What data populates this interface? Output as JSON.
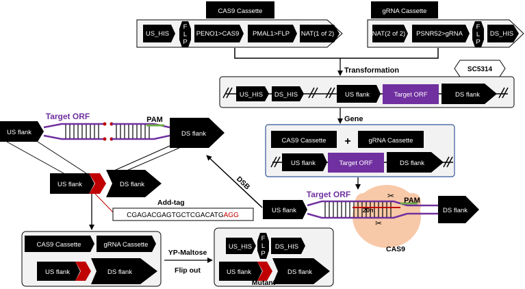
{
  "cas9_cassette": {
    "title": "CAS9 Cassette",
    "parts": [
      "US_HIS",
      "PENO1>CAS9",
      "PMAL1>FLP",
      "NAT(1 of 2)"
    ],
    "flp": [
      "F",
      "L",
      "P"
    ]
  },
  "grna_cassette": {
    "title": "gRNA Cassette",
    "parts": [
      "NAT(2 of 2)",
      "PSNR52>gRNA",
      "DS_HIS"
    ],
    "flp": [
      "F",
      "L",
      "P"
    ]
  },
  "labels": {
    "transformation": "Transformation",
    "strain": "SC5314",
    "gene": "Gene",
    "dsb": "DSB",
    "add_tag": "Add-tag",
    "yp_maltose": "YP-Maltose",
    "flip_out": "Flip out",
    "mutant": "Mutant",
    "cas9": "CAS9",
    "pam": "PAM",
    "target_orf": "Target ORF",
    "twenty_n": "20n",
    "plus": "+"
  },
  "locus": {
    "us_his": "US_HIS",
    "ds_his": "DS_HIS",
    "us_flank": "US flank",
    "target_orf": "Target ORF",
    "ds_flank": "DS flank"
  },
  "gene_box": {
    "cas9_cassette": "CAS9 Cassette",
    "grna_cassette": "gRNA Cassette",
    "us_flank": "US flank",
    "target_orf": "Target ORF",
    "ds_flank": "DS flank"
  },
  "repair": {
    "us_flank": "US flank",
    "ds_flank": "DS flank"
  },
  "sequence": {
    "black_part": "CGAGACGAGTGCTCGACATG",
    "red_part": "AGG"
  },
  "bottom_left": {
    "cas9_cassette": "CAS9 Cassette",
    "grna_cassette": "gRNA Cassette",
    "us_flank": "US flank",
    "ds_flank": "DS flank"
  },
  "bottom_right": {
    "us_his": "US_HIS",
    "ds_his": "DS_HIS",
    "flp": [
      "F",
      "L",
      "P"
    ],
    "us_flank": "US flank",
    "ds_flank": "DS flank"
  },
  "colors": {
    "purple": "#7030a0",
    "purple_text": "#7030a0",
    "red": "#c00000",
    "green": "#70ad47",
    "cas9_blob": "#f8c9a8",
    "box_bg": "#f2f2f2",
    "gene_box_border": "#2f5597"
  }
}
